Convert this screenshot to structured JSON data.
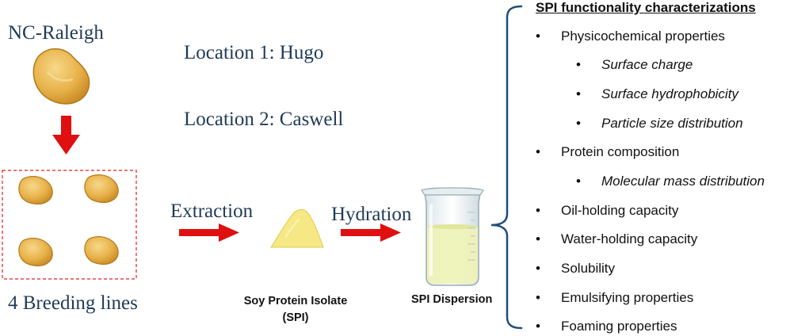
{
  "source_label": "NC-Raleigh",
  "location_1": "Location 1: Hugo",
  "location_2": "Location 2: Caswell",
  "breeding_lines_label": "4 Breeding lines",
  "extraction_label": "Extraction",
  "hydration_label": "Hydration",
  "spi_label_line1": "Soy Protein Isolate",
  "spi_label_line2": "(SPI)",
  "dispersion_label": "SPI Dispersion",
  "characterizations": {
    "heading": "SPI functionality characterizations",
    "bullet": "•",
    "items": [
      {
        "text": "Physicochemical properties"
      },
      {
        "text": "Surface charge"
      },
      {
        "text": "Surface hydrophobicity"
      },
      {
        "text": "Particle size distribution"
      },
      {
        "text": "Protein composition"
      },
      {
        "text": "Molecular mass distribution"
      },
      {
        "text": "Oil-holding capacity"
      },
      {
        "text": "Water-holding capacity"
      },
      {
        "text": "Solubility"
      },
      {
        "text": "Emulsifying properties"
      },
      {
        "text": "Foaming properties"
      }
    ]
  },
  "colors": {
    "arrow": "#e01010",
    "bean_fill": "#e8b24a",
    "bean_stroke": "#b37a1c",
    "powder": "#f6e884",
    "liquid": "#eef2b8",
    "brace": "#1f4e79",
    "dashed_box": "#e02020"
  }
}
